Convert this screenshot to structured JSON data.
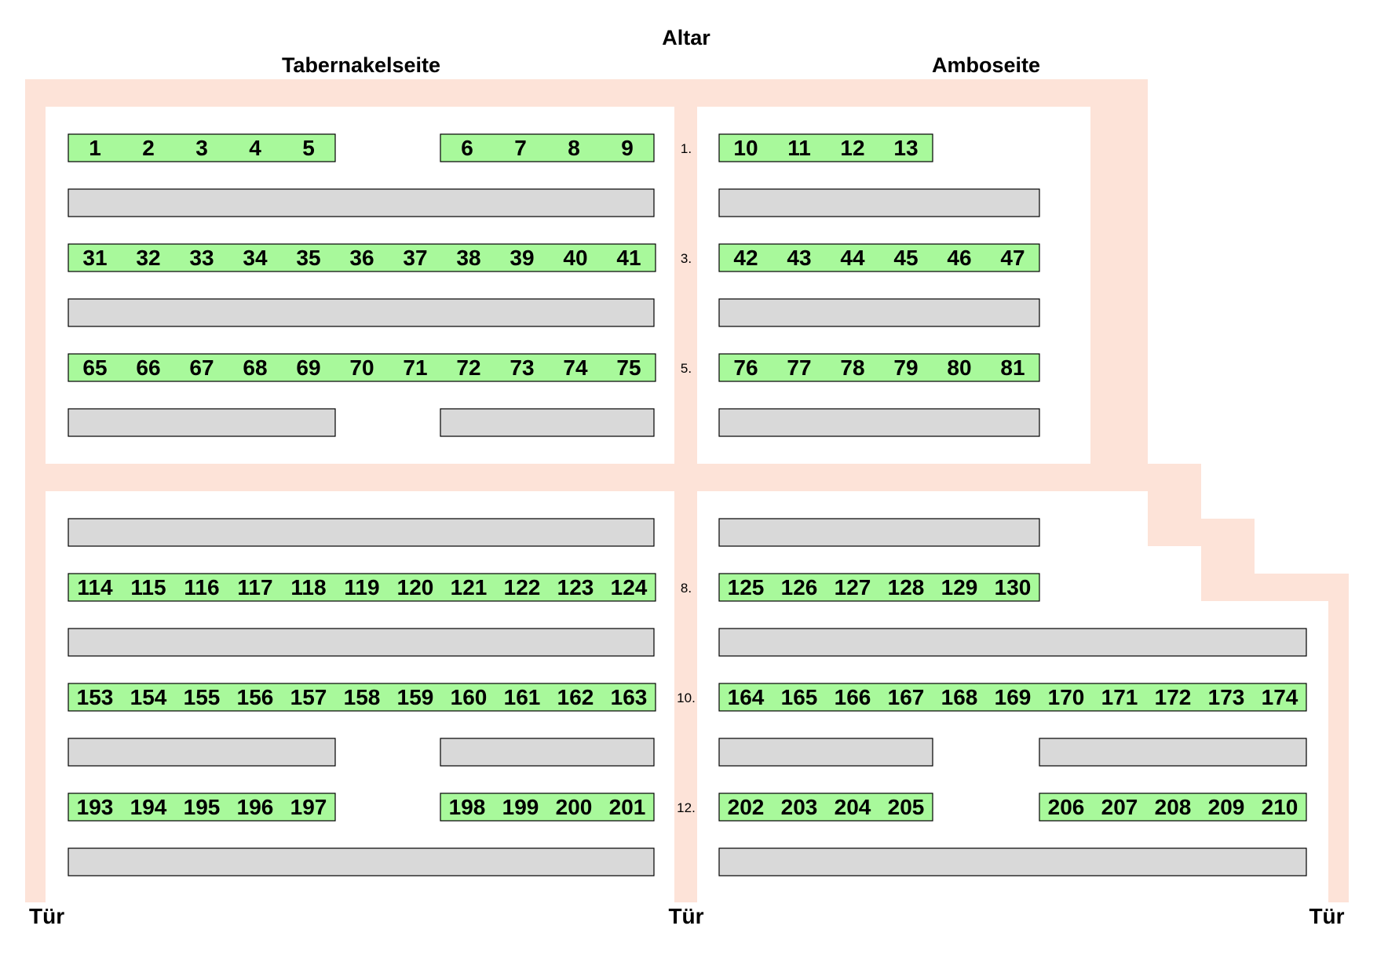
{
  "labels": {
    "altar": "Altar",
    "tabernacle_side": "Tabernakelseite",
    "ambo_side": "Amboseite",
    "door_left": "Tür",
    "door_center": "Tür",
    "door_right": "Tür"
  },
  "row_numbers": [
    "1.",
    "3.",
    "5.",
    "8.",
    "10.",
    "12."
  ],
  "seat_blocks": {
    "row1_left_a": [
      "1",
      "2",
      "3",
      "4",
      "5"
    ],
    "row1_left_b": [
      "6",
      "7",
      "8",
      "9"
    ],
    "row1_right": [
      "10",
      "11",
      "12",
      "13"
    ],
    "row3_left": [
      "31",
      "32",
      "33",
      "34",
      "35",
      "36",
      "37",
      "38",
      "39",
      "40",
      "41"
    ],
    "row3_right": [
      "42",
      "43",
      "44",
      "45",
      "46",
      "47"
    ],
    "row5_left": [
      "65",
      "66",
      "67",
      "68",
      "69",
      "70",
      "71",
      "72",
      "73",
      "74",
      "75"
    ],
    "row5_right": [
      "76",
      "77",
      "78",
      "79",
      "80",
      "81"
    ],
    "row8_left": [
      "114",
      "115",
      "116",
      "117",
      "118",
      "119",
      "120",
      "121",
      "122",
      "123",
      "124"
    ],
    "row8_right": [
      "125",
      "126",
      "127",
      "128",
      "129",
      "130"
    ],
    "row10_left": [
      "153",
      "154",
      "155",
      "156",
      "157",
      "158",
      "159",
      "160",
      "161",
      "162",
      "163"
    ],
    "row10_right": [
      "164",
      "165",
      "166",
      "167",
      "168",
      "169",
      "170",
      "171",
      "172",
      "173",
      "174"
    ],
    "row12_left_a": [
      "193",
      "194",
      "195",
      "196",
      "197"
    ],
    "row12_left_b": [
      "198",
      "199",
      "200",
      "201"
    ],
    "row12_right_a": [
      "202",
      "203",
      "204",
      "205"
    ],
    "row12_right_b": [
      "206",
      "207",
      "208",
      "209",
      "210"
    ]
  },
  "colors": {
    "aisle": "#fde3d8",
    "seat_fill": "#a8f99b",
    "blocked_fill": "#d9d9d9",
    "outline": "#000000"
  }
}
